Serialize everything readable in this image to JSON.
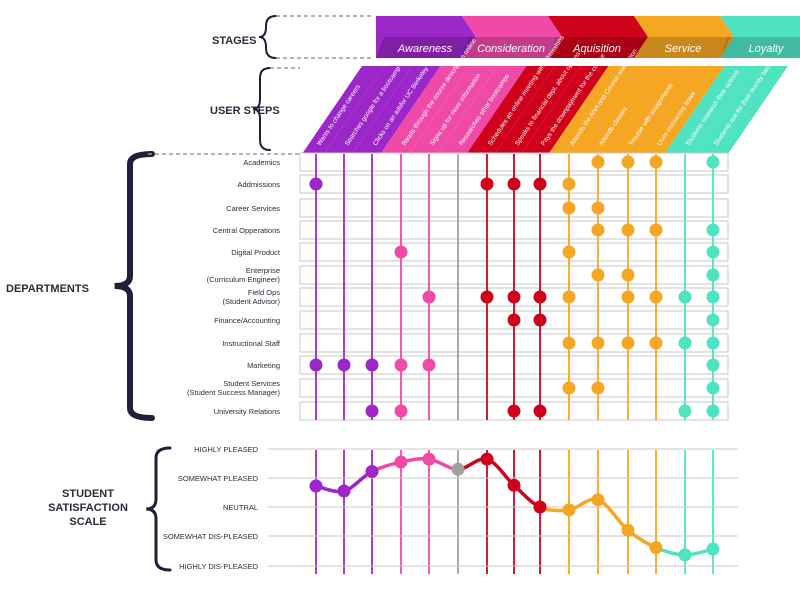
{
  "labels": {
    "stages": "STAGES",
    "user_steps": "USER STEPS",
    "departments": "DEPARTMENTS",
    "satisfaction_line1": "STUDENT",
    "satisfaction_line2": "SATISFACTION",
    "satisfaction_line3": "SCALE"
  },
  "stages": [
    {
      "name": "Awareness",
      "color": "#9b27c9"
    },
    {
      "name": "Consideration",
      "color": "#f04aa8"
    },
    {
      "name": "Aquisition",
      "color": "#d0021b"
    },
    {
      "name": "Service",
      "color": "#f5a623"
    },
    {
      "name": "Loyalty",
      "color": "#50e3c2"
    }
  ],
  "steps": [
    {
      "text": "Wants to change careers",
      "stage": 0
    },
    {
      "text": "Searches google for a bootcamp",
      "stage": 0
    },
    {
      "text": "Clicks on an adsfor UC Berkeley",
      "stage": 0
    },
    {
      "text": "Reads through the course description online",
      "stage": 1
    },
    {
      "text": "Signs up for more information",
      "stage": 1
    },
    {
      "text": "Researches other bootcamps",
      "stage": 1
    },
    {
      "text": "Schedules an online meeting with admissions",
      "stage": 2
    },
    {
      "text": "Speaks to financial dept. about options",
      "stage": 2
    },
    {
      "text": "Pays the downpayment for the course",
      "stage": 2
    },
    {
      "text": "Attends the ANA and Course orientation",
      "stage": 3
    },
    {
      "text": "Attends classes",
      "stage": 3
    },
    {
      "text": "Trouble with assignments",
      "stage": 3
    },
    {
      "text": "Uses instructors leave",
      "stage": 3
    },
    {
      "text": "Students research their options",
      "stage": 4
    },
    {
      "text": "Students ask for their money back",
      "stage": 4
    }
  ],
  "departments": [
    {
      "name": "Academics",
      "hits": [
        10,
        11,
        12,
        14
      ]
    },
    {
      "name": "Addmissions",
      "hits": [
        0,
        6,
        7,
        8,
        9
      ]
    },
    {
      "name": "Career Services",
      "hits": [
        9,
        10
      ]
    },
    {
      "name": "Central Opperations",
      "hits": [
        10,
        11,
        12,
        14
      ]
    },
    {
      "name": "Digital Product",
      "hits": [
        3,
        9,
        14
      ]
    },
    {
      "name": "Enterprise",
      "sub": "(Curriculum Engineer)",
      "hits": [
        10,
        11,
        14
      ]
    },
    {
      "name": "Field Ops",
      "sub": "(Student Advisor)",
      "hits": [
        4,
        6,
        7,
        8,
        9,
        11,
        12,
        13,
        14
      ]
    },
    {
      "name": "Finance/Accounting",
      "hits": [
        7,
        8,
        14
      ]
    },
    {
      "name": "Instructional Staff",
      "hits": [
        9,
        10,
        11,
        12,
        13,
        14
      ]
    },
    {
      "name": "Marketing",
      "hits": [
        0,
        1,
        2,
        3,
        4,
        14
      ]
    },
    {
      "name": "Student Services",
      "sub": "(Student Success Manager)",
      "hits": [
        9,
        10,
        14
      ]
    },
    {
      "name": "University Relations",
      "hits": [
        2,
        3,
        7,
        8,
        13,
        14
      ]
    }
  ],
  "satisfaction_scale": [
    "HIGHLY PLEASED",
    "SOMEWHAT PLEASED",
    "NEUTRAL",
    "SOMEWHAT DIS-PLEASED",
    "HIGHLY DIS-PLEASED"
  ],
  "satisfaction_values": [
    1.45,
    1.1,
    2.45,
    3.1,
    3.3,
    2.6,
    3.3,
    1.5,
    0,
    -0.2,
    0.5,
    -1.6,
    -2.8,
    -3.3,
    -2.9
  ],
  "colors": {
    "text": "#2b2b3a",
    "neutral_line": "#a0a0a0",
    "grid": "#c8c8c8",
    "brace": "#1f1f3a"
  }
}
